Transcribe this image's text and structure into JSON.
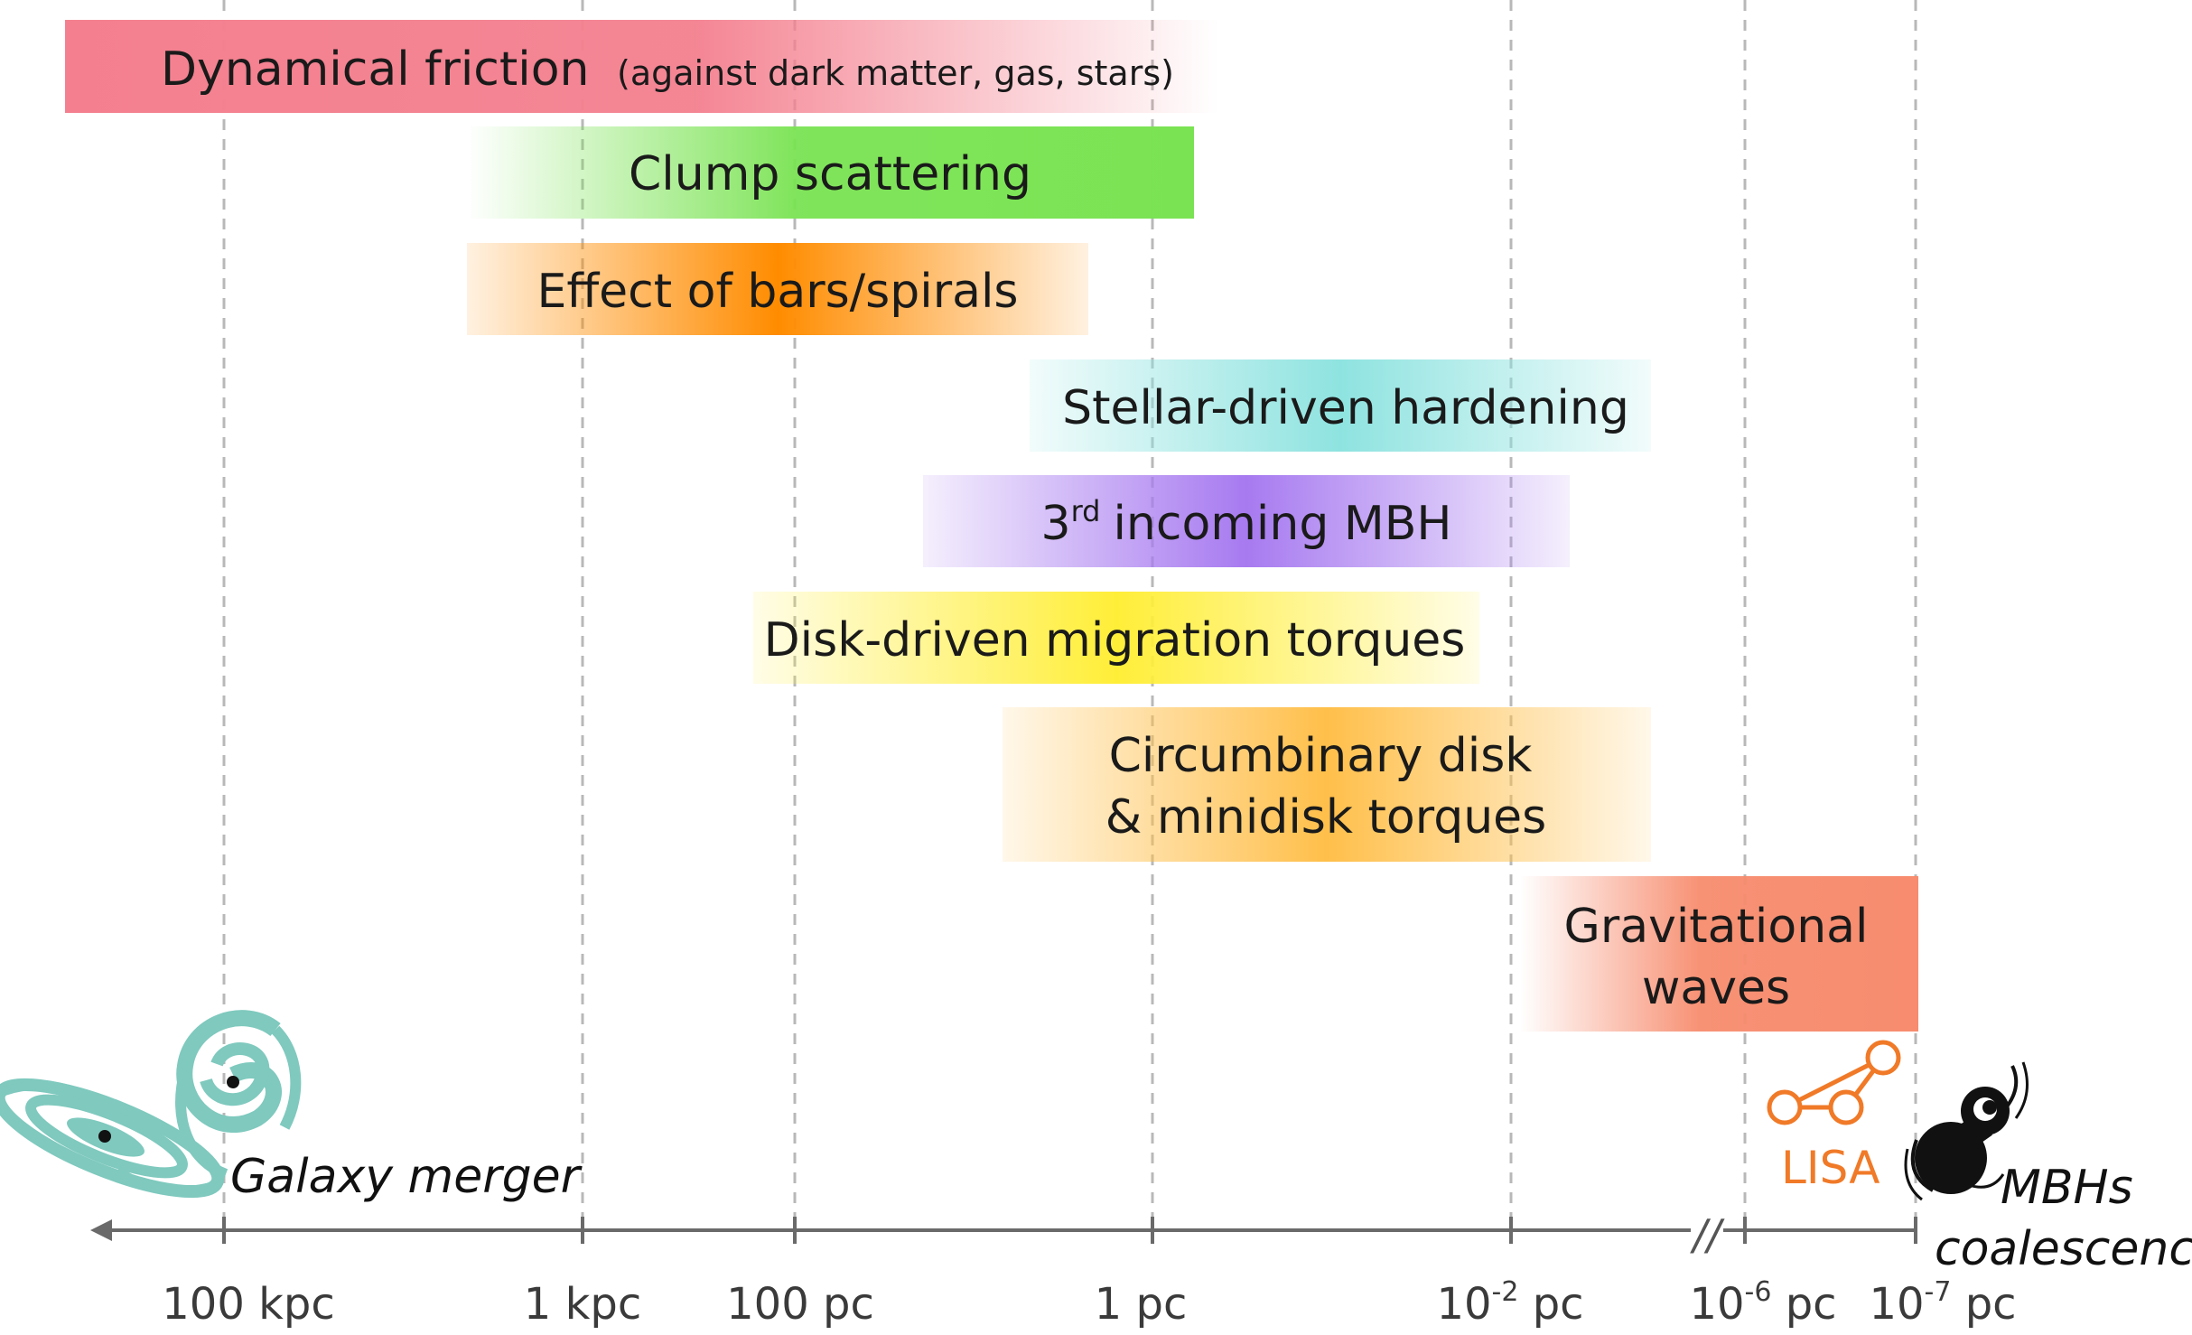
{
  "title": "",
  "colors": {
    "axis": "#6a6a6a",
    "gridline": "#b8b8b8",
    "galaxy": "#7fc9be",
    "lisa": "#f07a28",
    "mbh": "#111111"
  },
  "processes": [
    {
      "id": "dynamical-friction",
      "label": "Dynamical friction",
      "note": "(against dark matter, gas, stars)",
      "color": "#f4808f",
      "fade": "right"
    },
    {
      "id": "clump-scattering",
      "label": "Clump scattering",
      "color": "#7ae353",
      "fade": "left"
    },
    {
      "id": "bars-spirals",
      "label": "Effect of bars/spirals",
      "color": "#ff8c00",
      "fade": "both"
    },
    {
      "id": "stellar-hardening",
      "label": "Stellar-driven hardening",
      "color": "#8ee3e0",
      "fade": "both"
    },
    {
      "id": "third-mbh",
      "label_prefix": "3",
      "label_sup": "rd",
      "label": "incoming MBH",
      "color": "#a77af0",
      "fade": "both"
    },
    {
      "id": "disk-migration",
      "label": "Disk-driven migration torques",
      "color": "#ffee38",
      "fade": "both"
    },
    {
      "id": "circumbinary",
      "label_line1": "Circumbinary disk",
      "label_line2": "& minidisk torques",
      "color": "#ffbf4a",
      "fade": "both"
    },
    {
      "id": "gravitational-waves",
      "label_line1": "Gravitational",
      "label_line2": "waves",
      "color": "#f78c6e",
      "fade": "left"
    }
  ],
  "axis": {
    "ticks": [
      {
        "base": "100 kpc"
      },
      {
        "base": "1 kpc"
      },
      {
        "base": "100 pc"
      },
      {
        "base": "1 pc"
      },
      {
        "base": "10",
        "sup": "-2",
        "unit": " pc"
      },
      {
        "base": "10",
        "sup": "-6",
        "unit": " pc"
      },
      {
        "base": "10",
        "sup": "-7",
        "unit": " pc"
      }
    ],
    "break_mark": "//"
  },
  "annotations": {
    "galaxy_merger": "Galaxy merger",
    "lisa": "LISA",
    "mbhs_line1": "MBHs",
    "mbhs_line2": "coalescence"
  }
}
